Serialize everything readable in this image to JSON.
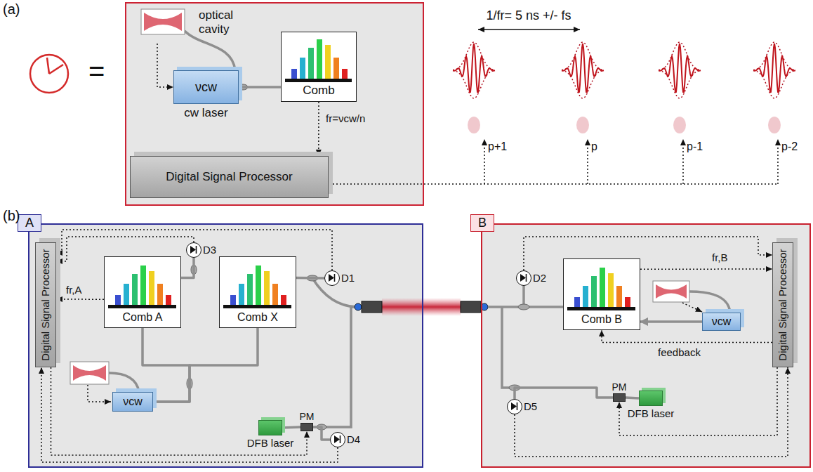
{
  "diagram": {
    "nodes": [
      {
        "text": [
          "optical cavity"
        ]
      },
      {
        "text": [
          "νcw",
          "cw laser"
        ]
      },
      {
        "text": [
          "Comb"
        ]
      },
      {
        "text": [
          "Digital Signal Processor"
        ]
      },
      {
        "text": [
          "A"
        ]
      },
      {
        "text": [
          "Digital Signal Processor"
        ],
        "in": 4
      },
      {
        "text": [
          "D3"
        ],
        "in": 4
      },
      {
        "text": [
          "D1"
        ],
        "in": 4
      },
      {
        "text": [
          "Comb A"
        ],
        "in": 4
      },
      {
        "text": [
          "Comb X"
        ],
        "in": 4
      },
      {
        "text": [
          "νcw"
        ],
        "in": 4
      },
      {
        "text": [
          "PM"
        ],
        "in": 4
      },
      {
        "text": [
          "DFB laser"
        ],
        "in": 4
      },
      {
        "text": [
          "D4"
        ],
        "in": 4
      },
      {
        "text": [
          "B"
        ]
      },
      {
        "text": [
          "D2"
        ],
        "in": 14
      },
      {
        "text": [
          "Comb B"
        ],
        "in": 14
      },
      {
        "text": [
          "Digital Signal Processor"
        ],
        "in": 14
      },
      {
        "text": [
          "νcw"
        ],
        "in": 14
      },
      {
        "text": [
          "PM"
        ],
        "in": 14
      },
      {
        "text": [
          "DFB laser"
        ],
        "in": 14
      },
      {
        "text": [
          "D5"
        ],
        "in": 14
      }
    ],
    "edges": [
      {
        "from": 0,
        "to": 1,
        "arrow": "to"
      },
      {
        "from": 1,
        "to": 2,
        "arrow": "none"
      },
      {
        "from": 2,
        "to": 3,
        "arrow": "to",
        "label": "fr=νcw/n"
      },
      {
        "from": 10,
        "to": 8,
        "arrow": "none"
      },
      {
        "from": 10,
        "to": 9,
        "arrow": "none"
      },
      {
        "from": 8,
        "to": 6,
        "arrow": "none"
      },
      {
        "from": 9,
        "to": 7,
        "arrow": "none"
      },
      {
        "from": 6,
        "to": 5,
        "arrow": "to"
      },
      {
        "from": 7,
        "to": 5,
        "arrow": "to"
      },
      {
        "from": 8,
        "to": 5,
        "arrow": "to",
        "label": "fr,A"
      },
      {
        "from": 13,
        "to": 5,
        "arrow": "to"
      },
      {
        "from": 5,
        "to": 11,
        "arrow": "to"
      },
      {
        "from": 12,
        "to": 11,
        "arrow": "none"
      },
      {
        "from": 11,
        "to": 13,
        "arrow": "none"
      },
      {
        "from": 15,
        "to": 17,
        "arrow": "to"
      },
      {
        "from": 16,
        "to": 17,
        "arrow": "to",
        "label": "fr,B"
      },
      {
        "from": 17,
        "to": 16,
        "arrow": "to",
        "label": "feedback"
      },
      {
        "from": 18,
        "to": 16,
        "arrow": "to"
      },
      {
        "from": 21,
        "to": 17,
        "arrow": "to"
      },
      {
        "from": 17,
        "to": 19,
        "arrow": "to"
      },
      {
        "from": 20,
        "to": 19,
        "arrow": "none"
      },
      {
        "from": 19,
        "to": 21,
        "arrow": "none"
      }
    ],
    "labels": [
      "(a)",
      "=",
      "1/fr= 5 ns +/- fs",
      "p+1",
      "p",
      "p-1",
      "p-2",
      "(b)"
    ]
  }
}
